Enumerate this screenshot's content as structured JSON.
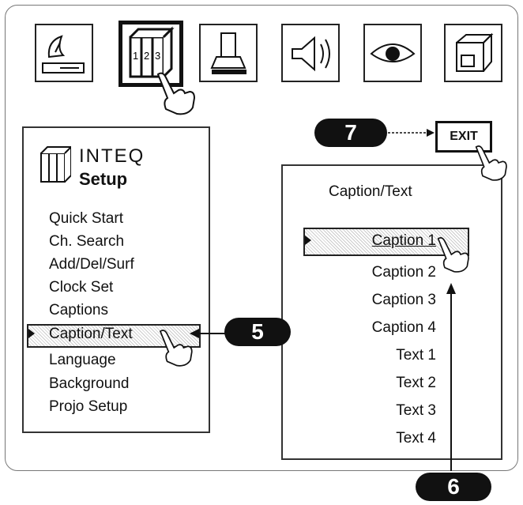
{
  "brand": {
    "logo_text": "INTEQ",
    "title": "Setup"
  },
  "setup_menu": {
    "items": [
      "Quick Start",
      "Ch. Search",
      "Add/Del/Surf",
      "Clock Set",
      "Captions",
      "Caption/Text",
      "Language",
      "Background",
      "Projo Setup"
    ],
    "selected": "Caption/Text"
  },
  "caption_menu": {
    "title": "Caption/Text",
    "items": [
      "Caption 1",
      "Caption 2",
      "Caption 3",
      "Caption 4",
      "Text 1",
      "Text 2",
      "Text 3",
      "Text 4"
    ],
    "selected": "Caption 1"
  },
  "exit_label": "EXIT",
  "steps": {
    "five": "5",
    "six": "6",
    "seven": "7"
  },
  "top_icons": [
    "satellite-dish-icon",
    "books-icon",
    "robot-hand-icon",
    "speaker-icon",
    "eye-icon",
    "box-icon"
  ]
}
